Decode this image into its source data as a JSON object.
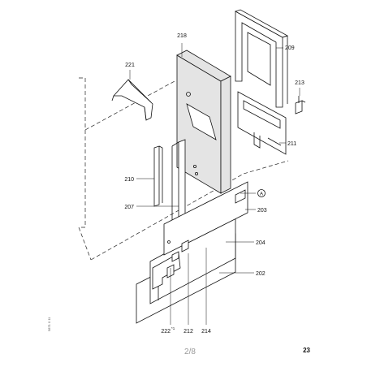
{
  "parts": {
    "p218": "218",
    "p209": "209",
    "p221": "221",
    "p213": "213",
    "p211": "211",
    "p210": "210",
    "p207": "207",
    "pA": "A",
    "p203": "203",
    "p204": "204",
    "p202": "202",
    "p222": "222",
    "p222_sup": "*1",
    "p212": "212",
    "p214": "214"
  },
  "footer": {
    "page_indicator": "2/8",
    "page_number": "23",
    "side_code": "5871 0 11"
  }
}
